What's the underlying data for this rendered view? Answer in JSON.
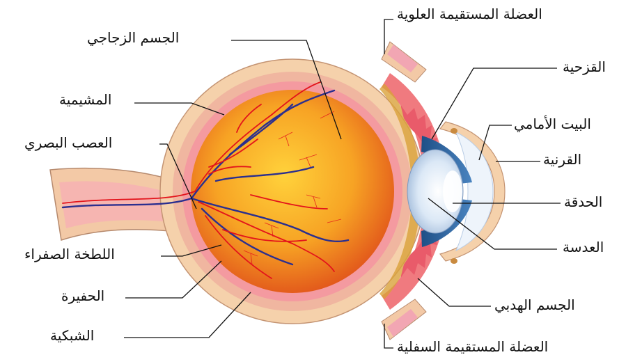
{
  "labels": {
    "superior_rectus": "العضلة المستقيمة العلوية",
    "vitreous_body": "الجسم الزجاجي",
    "iris": "القزحية",
    "choroid": "المشيمية",
    "anterior_chamber": "البيت الأمامي",
    "optic_nerve": "العصب البصري",
    "cornea": "القرنية",
    "pupil": "الحدقة",
    "lens": "العدسة",
    "macula": "اللطخة الصفراء",
    "fovea": "الحفيرة",
    "ciliary_body": "الجسم الهدبي",
    "retina": "الشبكية",
    "inferior_rectus": "العضلة المستقيمة السفلية"
  },
  "colors": {
    "sclera": "#f5d1ab",
    "choroid": "#e8a592",
    "retina": "#f49aa0",
    "vitreous_center": "#ffcc33",
    "vitreous_edge": "#e05a17",
    "vein": "#2b2f8f",
    "artery": "#e3141b",
    "iris": "#2f6aa6",
    "lens": "#d7e6f5",
    "leader_line": "#111111"
  }
}
